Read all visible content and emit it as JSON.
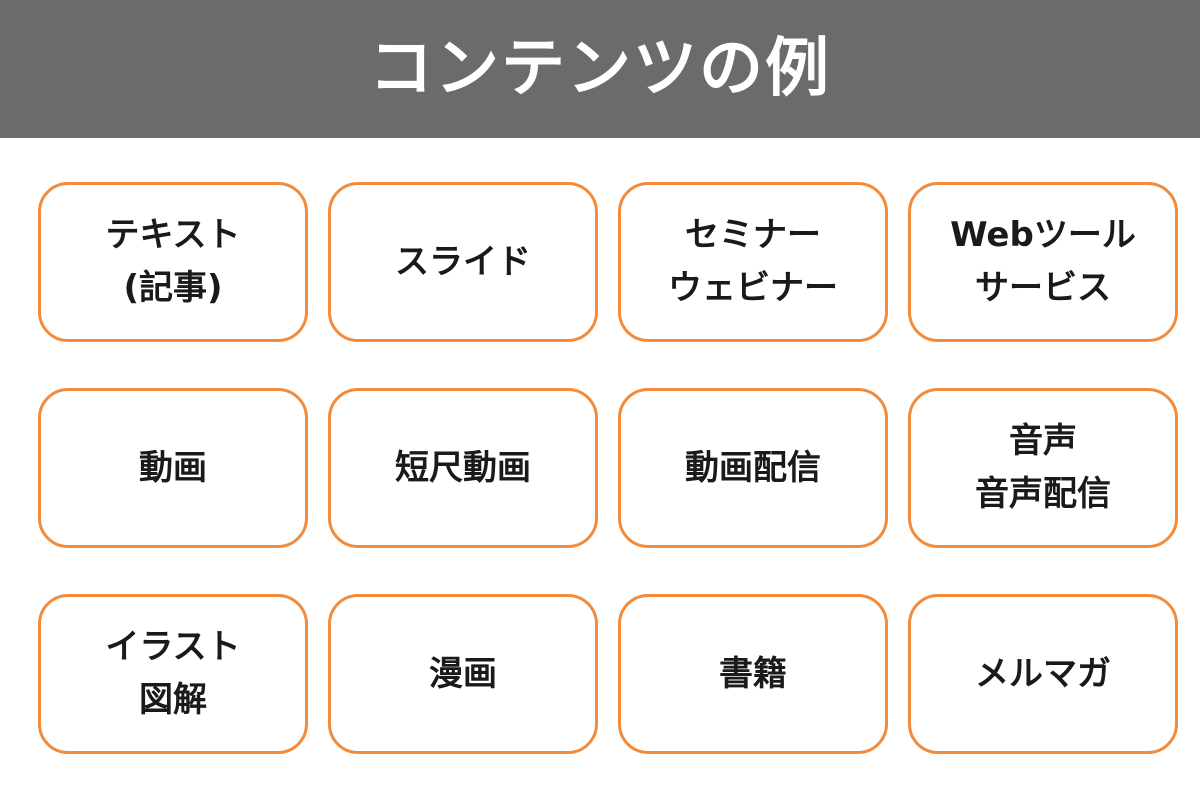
{
  "header": {
    "title": "コンテンツの例",
    "background_color": "#6b6b6b",
    "text_color": "#ffffff"
  },
  "cards": [
    {
      "lines": [
        "テキスト",
        "(記事)"
      ]
    },
    {
      "lines": [
        "スライド"
      ]
    },
    {
      "lines": [
        "セミナー",
        "ウェビナー"
      ]
    },
    {
      "lines": [
        "Webツール",
        "サービス"
      ]
    },
    {
      "lines": [
        "動画"
      ]
    },
    {
      "lines": [
        "短尺動画"
      ]
    },
    {
      "lines": [
        "動画配信"
      ]
    },
    {
      "lines": [
        "音声",
        "音声配信"
      ]
    },
    {
      "lines": [
        "イラスト",
        "図解"
      ]
    },
    {
      "lines": [
        "漫画"
      ]
    },
    {
      "lines": [
        "書籍"
      ]
    },
    {
      "lines": [
        "メルマガ"
      ]
    }
  ],
  "colors": {
    "card_border": "#f28c3c",
    "card_text": "#1a1a1a",
    "page_background": "#ffffff"
  }
}
